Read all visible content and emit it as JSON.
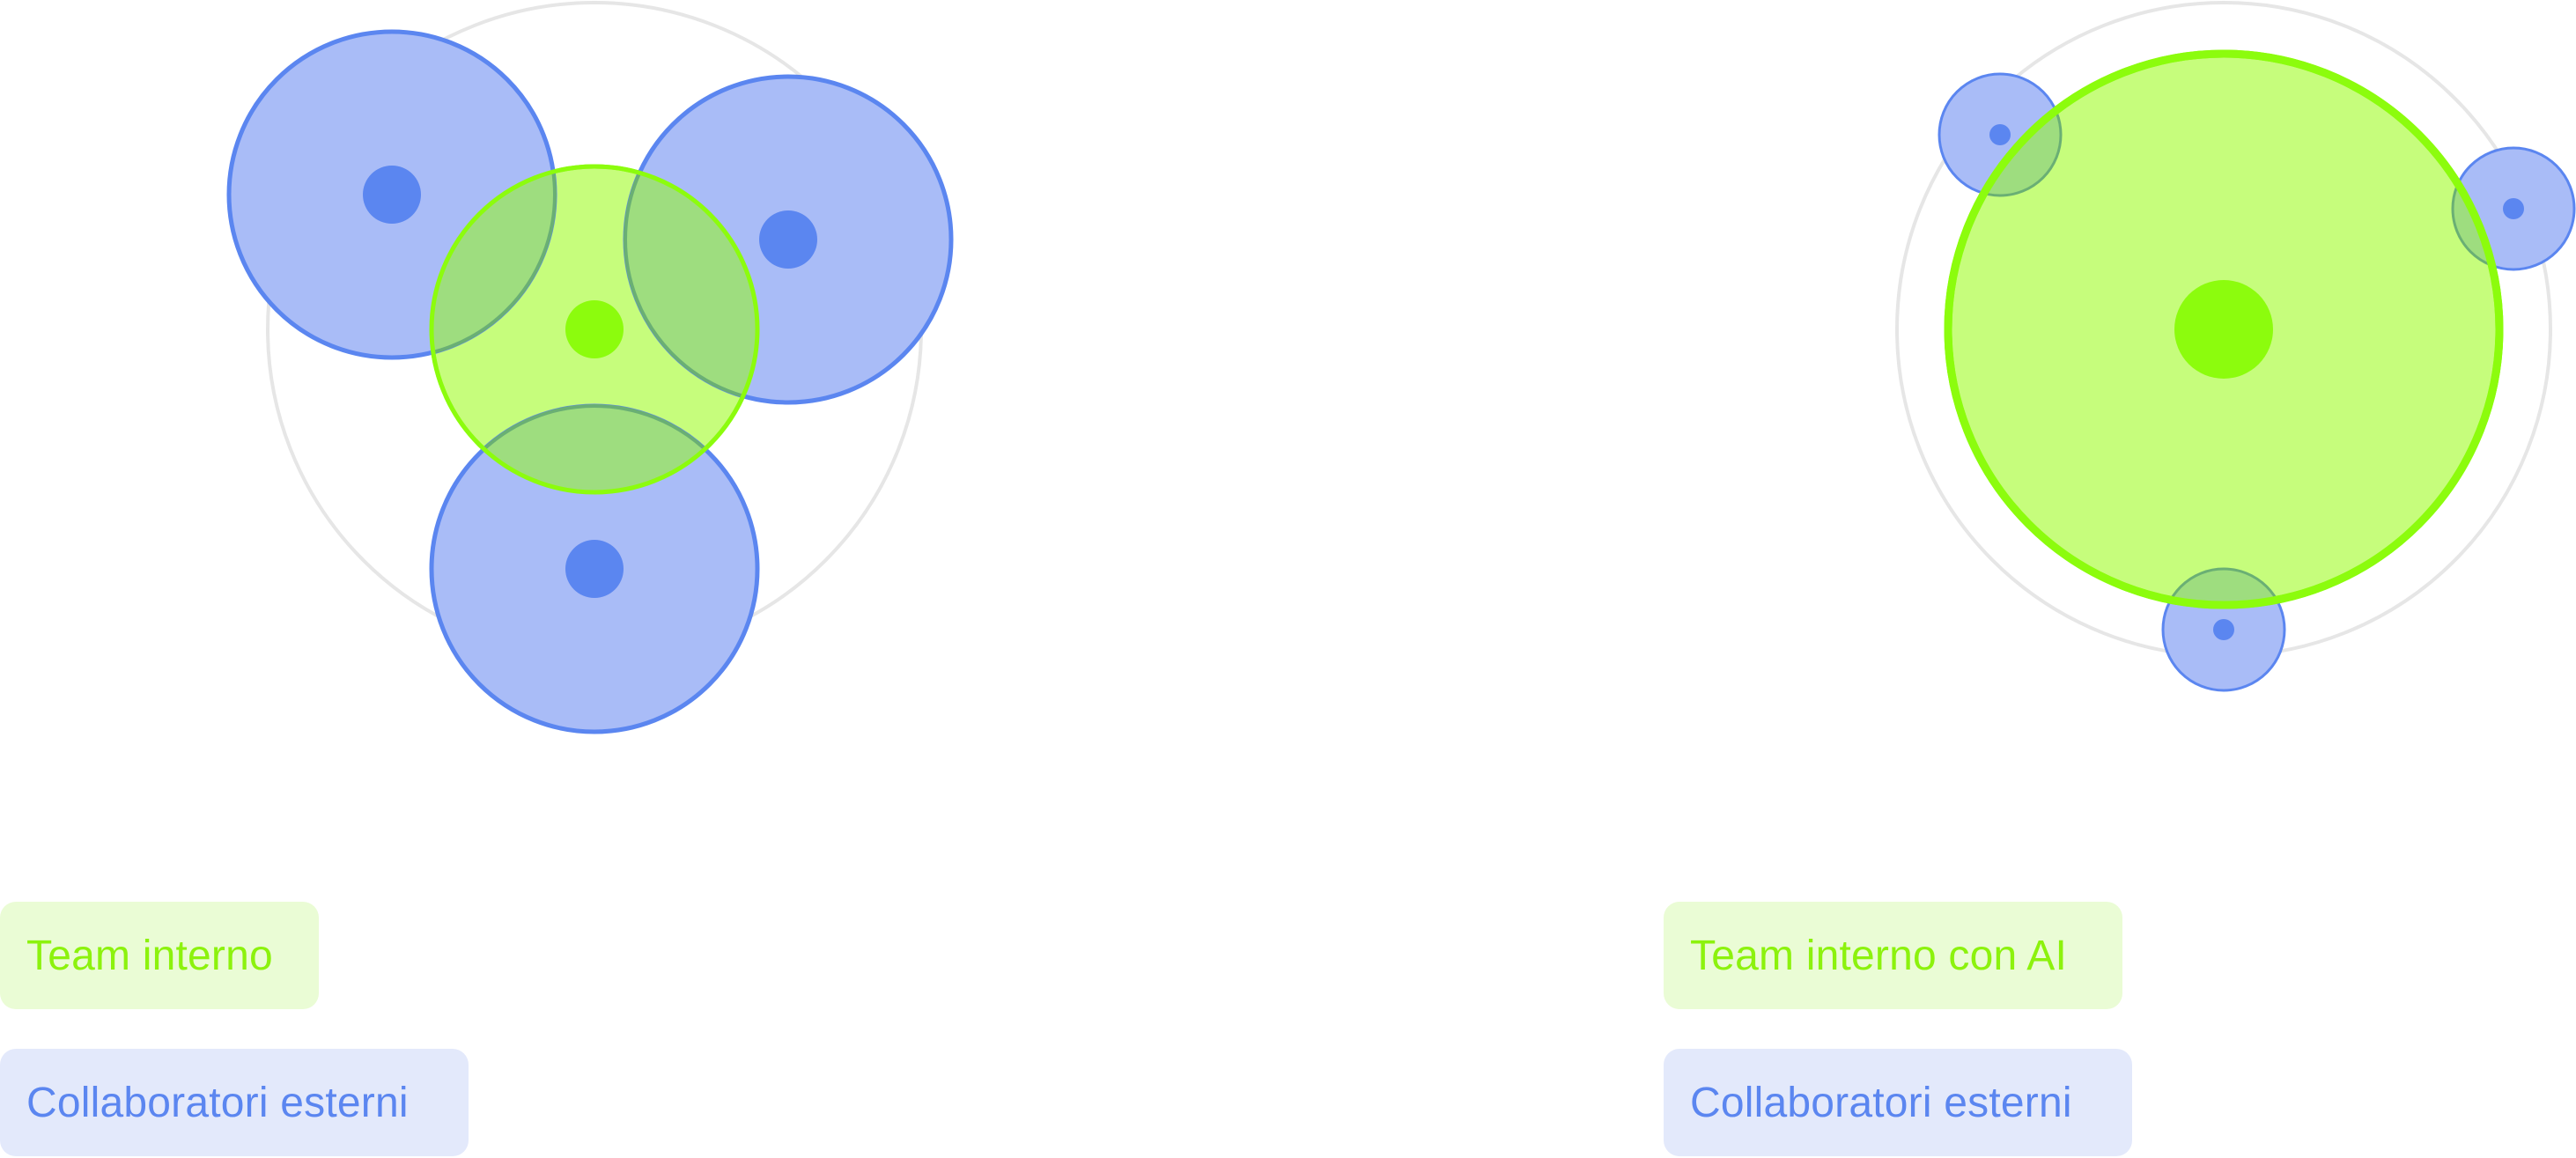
{
  "colors": {
    "internal_fill": "#c6fd7c",
    "internal_stroke": "#8cfc0d",
    "internal_core": "#8cfc0d",
    "external_fill": "#a9bcf7",
    "external_stroke": "#5b86f0",
    "external_core": "#5b86f0",
    "overlap_fill": "#9edd7f",
    "orbit_stroke": "#e6e6e6",
    "label_internal_text": "#8cf20d",
    "label_internal_bg": "#eafcd5",
    "label_external_text": "#5b86f0",
    "label_external_bg": "#e3e9fb"
  },
  "left_panel": {
    "legend": {
      "internal_label": "Team interno",
      "external_label": "Collaboratori esterni"
    }
  },
  "right_panel": {
    "legend": {
      "internal_label": "Team interno con AI",
      "external_label": "Collaboratori esterni"
    }
  }
}
